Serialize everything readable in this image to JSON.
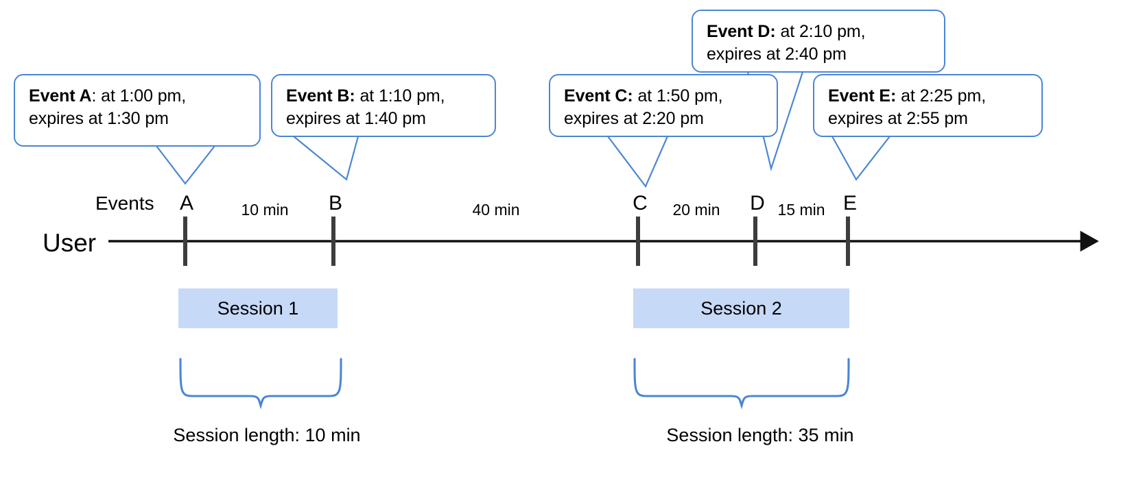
{
  "diagram": {
    "axis": {
      "user_label": "User",
      "events_label": "Events"
    },
    "events": [
      {
        "letter": "A",
        "title": "Event A",
        "separator": ":",
        "detail": " at 1:00 pm, expires at 1:30 pm",
        "start_time": "1:00 pm",
        "expiry_time": "1:30 pm",
        "line1": " at 1:00 pm,",
        "line2": "expires at 1:30 pm"
      },
      {
        "letter": "B",
        "title": "Event B",
        "separator": ":",
        "detail": " at 1:10 pm, expires at 1:40 pm",
        "start_time": "1:10 pm",
        "expiry_time": "1:40 pm",
        "line1": " at 1:10 pm,",
        "line2": "expires at 1:40 pm"
      },
      {
        "letter": "C",
        "title": "Event C",
        "separator": ":",
        "detail": " at 1:50 pm, expires at 2:20 pm",
        "start_time": "1:50 pm",
        "expiry_time": "2:20 pm",
        "line1": " at 1:50 pm,",
        "line2": "expires at 2:20 pm"
      },
      {
        "letter": "D",
        "title": "Event D",
        "separator": ":",
        "detail": " at 2:10 pm, expires at 2:40 pm",
        "start_time": "2:10 pm",
        "expiry_time": "2:40 pm",
        "line1": " at 2:10 pm,",
        "line2": "expires at 2:40 pm"
      },
      {
        "letter": "E",
        "title": "Event E",
        "separator": ":",
        "detail": " at 2:25 pm, expires at 2:55 pm",
        "start_time": "2:25 pm",
        "expiry_time": "2:55 pm",
        "line1": " at 2:25 pm,",
        "line2": "expires at 2:55 pm"
      }
    ],
    "gaps": [
      {
        "label": "10 min",
        "from": "A",
        "to": "B"
      },
      {
        "label": "40 min",
        "from": "B",
        "to": "C"
      },
      {
        "label": "20 min",
        "from": "C",
        "to": "D"
      },
      {
        "label": "15 min",
        "from": "D",
        "to": "E"
      }
    ],
    "sessions": [
      {
        "name": "Session 1",
        "length_label": "Session length: 10 min"
      },
      {
        "name": "Session 2",
        "length_label": "Session length: 35 min"
      }
    ],
    "colors": {
      "callout_border": "#4a86d4",
      "session_fill": "#c6d9f7",
      "brace": "#4a86d4",
      "axis": "#3a3a3a",
      "text": "#000000"
    }
  }
}
